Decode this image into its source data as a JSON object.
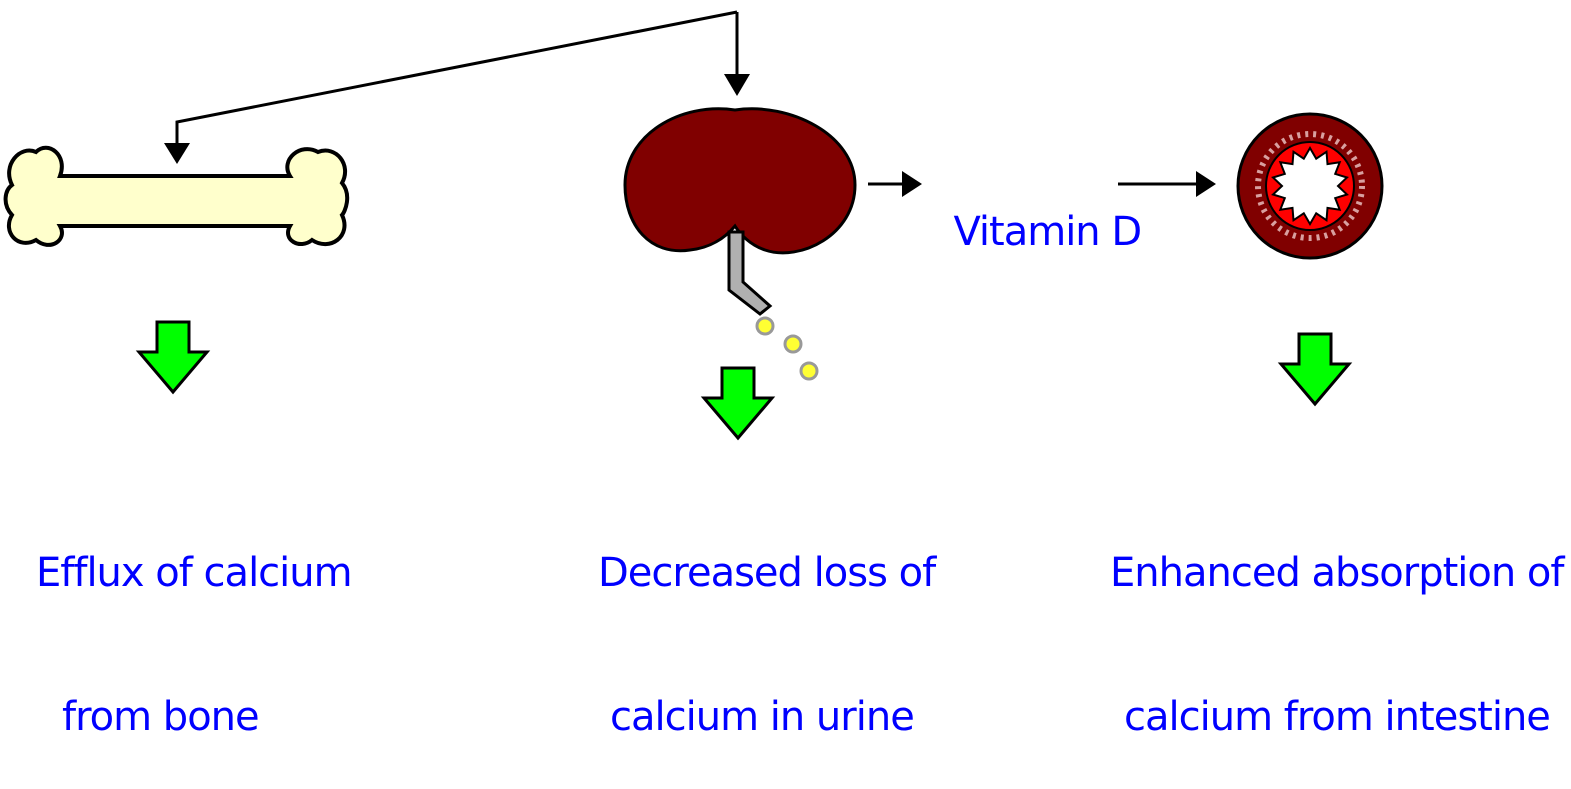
{
  "labels": {
    "vitamin_d": "Vitamin D",
    "bone_effect_line1": "Efflux of calcium",
    "bone_effect_line2": "from bone",
    "kidney_effect_line1": "Decreased loss of",
    "kidney_effect_line2": "calcium in urine",
    "intestine_effect_line1": "Enhanced absorption of",
    "intestine_effect_line2": "calcium from intestine"
  },
  "colors": {
    "text": "#0000ff",
    "bone_fill": "#ffffcc",
    "kidney_fill": "#800000",
    "ureter_fill": "#b0b0b0",
    "urine_drop_fill": "#ffff33",
    "intestine_outer": "#800000",
    "intestine_inner_ring": "#ff0000",
    "down_arrow_fill": "#00ff00",
    "line": "#000000"
  },
  "icons": [
    "bone-icon",
    "kidney-icon",
    "intestine-icon",
    "down-arrow-icon"
  ]
}
